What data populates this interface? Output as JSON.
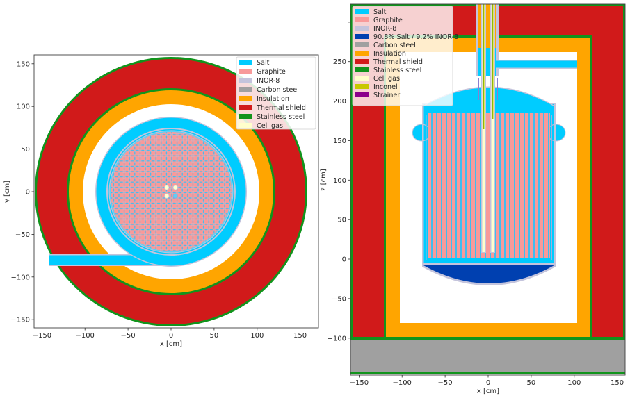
{
  "figure": {
    "panels": [
      {
        "id": "radial",
        "view": "top",
        "xlabel": "x [cm]",
        "ylabel": "y [cm]",
        "xlim": [
          -160,
          160
        ],
        "ylim": [
          -160,
          160
        ],
        "xticks": [
          -150,
          -100,
          -50,
          0,
          50,
          100,
          150
        ],
        "yticks": [
          -150,
          -100,
          -50,
          0,
          50,
          100,
          150
        ],
        "tick_labels_x": [
          "−150",
          "−100",
          "−50",
          "0",
          "50",
          "100",
          "150"
        ],
        "tick_labels_y": [
          "−150",
          "−100",
          "−50",
          "0",
          "50",
          "100",
          "150"
        ],
        "legend": [
          {
            "label": "Salt",
            "color": "#00ccff"
          },
          {
            "label": "Graphite",
            "color": "#f89a9a"
          },
          {
            "label": "INOR-8",
            "color": "#c4c4dc"
          },
          {
            "label": "Carbon steel",
            "color": "#a0a0a0"
          },
          {
            "label": "Insulation",
            "color": "#ffa500"
          },
          {
            "label": "Thermal shield",
            "color": "#d11a1a"
          },
          {
            "label": "Stainless steel",
            "color": "#11941c"
          },
          {
            "label": "Cell gas",
            "color": "#ffffcc"
          }
        ],
        "geometry": {
          "outer_steel_radius": 158,
          "thermal_shield_inner_radius": 120,
          "insulation_outer_radius": 118,
          "insulation_inner_radius": 102,
          "downcomer_outer_radius": 87,
          "vessel_inner_radius": 75,
          "core_radius": 71,
          "inlet_pipe_y": [
            -88,
            -75
          ],
          "inlet_pipe_x_start": -143,
          "control_rod_positions": [
            [
              -5,
              5
            ],
            [
              5,
              5
            ],
            [
              -5,
              -5
            ],
            [
              5,
              -5
            ]
          ]
        }
      },
      {
        "id": "axial",
        "view": "side",
        "xlabel": "x [cm]",
        "ylabel": "z [cm]",
        "xlim": [
          -160,
          160
        ],
        "ylim": [
          -135,
          295
        ],
        "xticks": [
          -150,
          -100,
          -50,
          0,
          50,
          100,
          150
        ],
        "yticks": [
          -100,
          -50,
          0,
          50,
          100,
          150,
          200,
          250
        ],
        "tick_labels_x": [
          "−150",
          "−100",
          "−50",
          "0",
          "50",
          "100",
          "150"
        ],
        "tick_labels_y": [
          "−100",
          "−50",
          "0",
          "50",
          "100",
          "150",
          "200",
          "250"
        ],
        "legend": [
          {
            "label": "Salt",
            "color": "#00ccff"
          },
          {
            "label": "Graphite",
            "color": "#f89a9a"
          },
          {
            "label": "INOR-8",
            "color": "#c4c4dc"
          },
          {
            "label": "90.8% Salt / 9.2% INOR-8",
            "color": "#0040b0"
          },
          {
            "label": "Carbon steel",
            "color": "#a0a0a0"
          },
          {
            "label": "Insulation",
            "color": "#ffa500"
          },
          {
            "label": "Thermal shield",
            "color": "#d11a1a"
          },
          {
            "label": "Stainless steel",
            "color": "#11941c"
          },
          {
            "label": "Cell gas",
            "color": "#ffffcc"
          },
          {
            "label": "Inconel",
            "color": "#c8c800"
          },
          {
            "label": "Strainer",
            "color": "#8b008b"
          }
        ],
        "geometry": {
          "thermal_shield_x": [
            -158,
            158
          ],
          "thermal_shield_z": [
            -92,
            295
          ],
          "insulation_x": [
            -120,
            120
          ],
          "insulation_z": [
            -92,
            255
          ],
          "cell_x": [
            -103,
            103
          ],
          "cell_z": [
            -74,
            238
          ],
          "carbon_steel_z": [
            -135,
            -92
          ],
          "vessel_x": [
            -75,
            75
          ],
          "core_z": [
            0,
            166
          ],
          "lower_head_depth_z": -32,
          "upper_head_top_z": 203,
          "outlet_pipe_z": [
            220,
            226
          ],
          "outlet_pipe_x_end": 103
        }
      }
    ]
  }
}
